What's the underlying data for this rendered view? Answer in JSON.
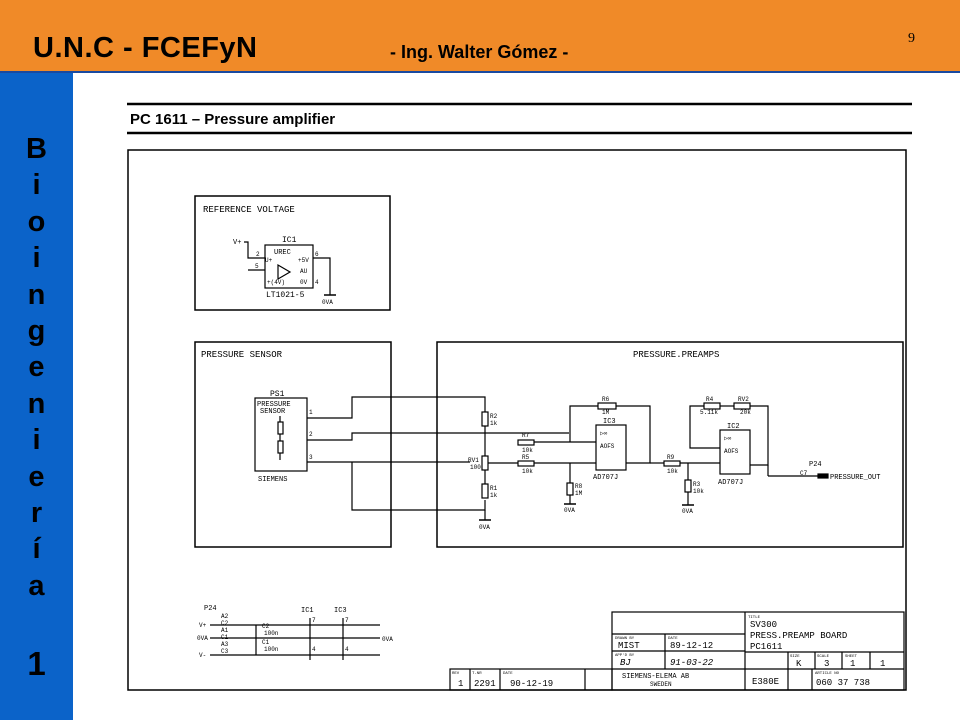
{
  "header": {
    "title": "U.N.C - FCEFyN",
    "subtitle": "- Ing. Walter Gómez -",
    "page_number": "9"
  },
  "sidebar": {
    "letters": [
      "B",
      "i",
      "o",
      "i",
      "n",
      "g",
      "e",
      "n",
      "i",
      "e",
      "r",
      "í",
      "a"
    ],
    "number": "1"
  },
  "schematic": {
    "title": "PC 1611 – Pressure amplifier",
    "blocks": {
      "reference": "REFERENCE VOLTAGE",
      "sensor": "PRESSURE SENSOR",
      "preamps": "PRESSURE.PREAMPS"
    },
    "ic1": {
      "name": "IC1",
      "type": "UREC",
      "part": "LT1021-5",
      "vin": "V+",
      "pin_u": "U+",
      "pin_5v": "+5V",
      "pin_au": "AU",
      "pin_0v": "0V",
      "pin_4v": "+(4V)",
      "pin2": "2",
      "pin5": "5",
      "pin6": "6",
      "pin4": "4",
      "gnd": "0VA"
    },
    "ps1": {
      "name": "PS1",
      "type1": "PRESSURE",
      "type2": "SENSOR",
      "maker": "SIEMENS",
      "pin1": "1",
      "pin2": "2",
      "pin3": "3"
    },
    "parts": {
      "r2": "R2",
      "r2v": "1k",
      "rv1": "RV1",
      "rv1v": "100",
      "r1": "R1",
      "r1v": "1k",
      "r7": "R7",
      "r7v": "10k",
      "r5": "R5",
      "r5v": "10k",
      "r6": "R6",
      "r6v": "1M",
      "r8": "R8",
      "r8v": "1M",
      "r9": "R9",
      "r9v": "10k",
      "r3": "R3",
      "r3v": "10k",
      "r4": "R4",
      "r4v": "5.11k",
      "rv2": "RV2",
      "rv2v": "20k",
      "ic3": "IC3",
      "ic2": "IC2",
      "opamp": "AD707J",
      "inf": "▷∞",
      "aofs": "AOFS",
      "gnd": "0VA",
      "p24": "P24",
      "c7": "C7",
      "out": "PRESSURE_OUT"
    },
    "power": {
      "p24": "P24",
      "ic1": "IC1",
      "ic3": "IC3",
      "pins": [
        "A2",
        "C2",
        "A1",
        "C1",
        "A3",
        "C3"
      ],
      "vplus": "V+",
      "ova": "0VA",
      "vminus": "V-",
      "c2": "C2",
      "c2v": "100n",
      "c1": "C1",
      "c1v": "100n",
      "pin7": "7",
      "pin4": "4"
    },
    "titleblock": {
      "title_label": "TITLE",
      "title1": "SV300",
      "title2": "PRESS.PREAMP BOARD",
      "title3": "PC1611",
      "drawn_label": "DRAWN BY",
      "drawn": "MIST",
      "date_label": "DATE",
      "drawn_date": "89-12-12",
      "appr_label": "APP'D BY",
      "appr": "BJ",
      "appr_date": "91-03-22",
      "company": "SIEMENS-ELEMA AB",
      "country": "SWEDEN",
      "size_label": "SIZE",
      "size": "K",
      "scale_label": "SCALE",
      "scale": "3",
      "sheet_label": "SHEET",
      "sheet1": "1",
      "sheet2": "1",
      "doc": "E380E",
      "article_label": "ARTICLE NO",
      "article": "060 37 738",
      "rev_label": "REV",
      "rev": "1",
      "tnr_label": "T-NR",
      "tnr": "2291",
      "rdate_label": "DATE",
      "rdate": "90-12-19"
    }
  }
}
